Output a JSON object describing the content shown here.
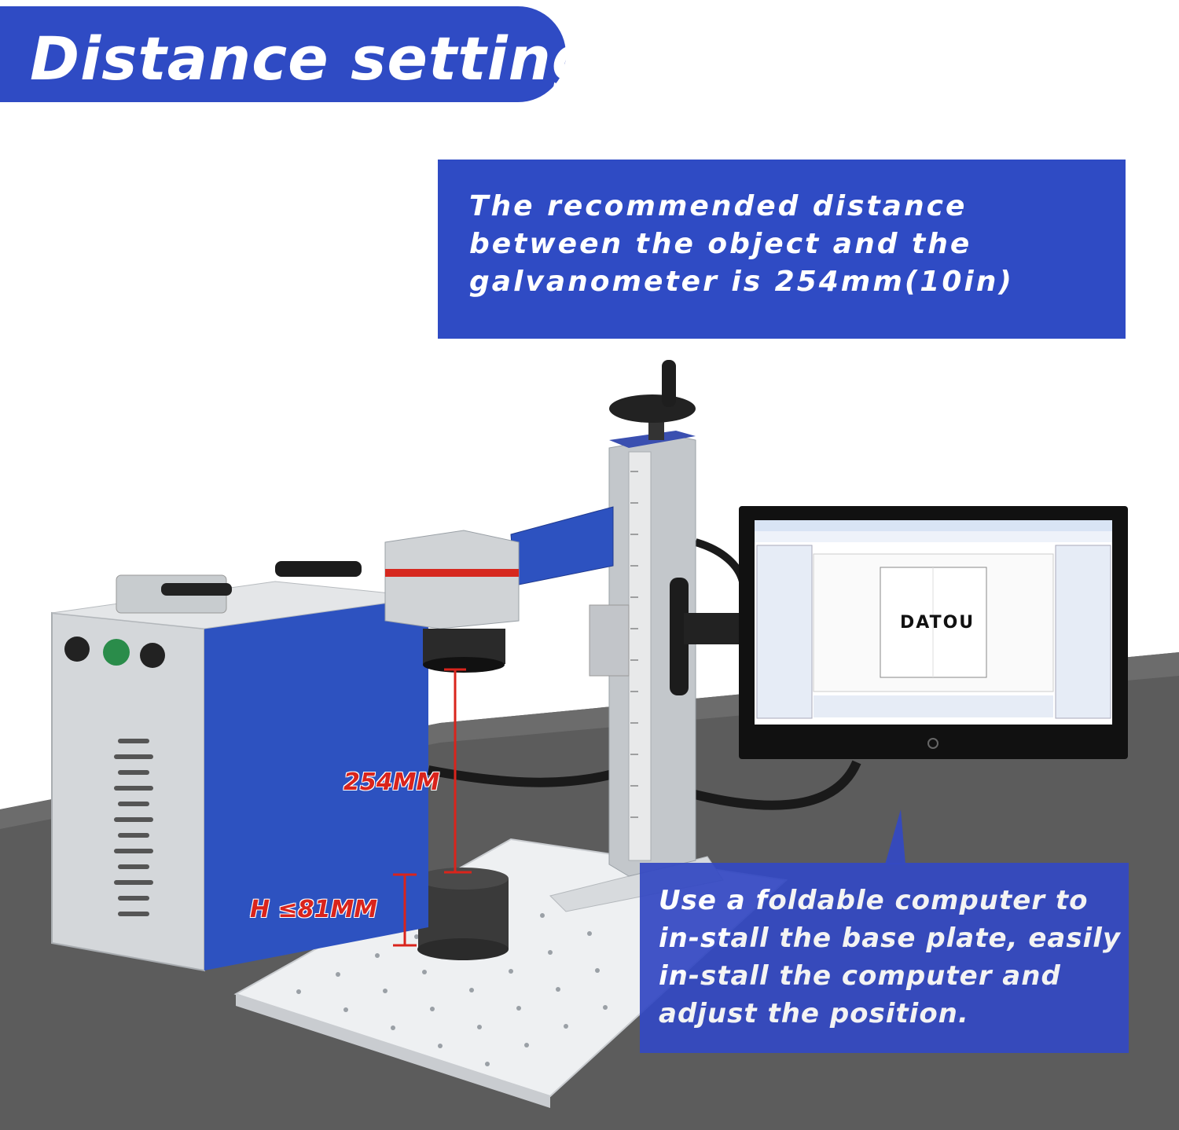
{
  "header": {
    "title": "Distance setting"
  },
  "callout_top": {
    "text": "The recommended distance between the object and the galvanometer is 254mm(10in)"
  },
  "callout_bottom": {
    "text": "Use a foldable computer to in-stall the base plate, easily in-stall the computer and adjust the position."
  },
  "dimensions": {
    "working_distance": "254MM",
    "max_height": "H ≤81MM"
  },
  "monitor": {
    "screen_logo": "DATOU"
  },
  "colors": {
    "accent_blue": "#2f4bc4",
    "dimension_red": "#d9241c",
    "floor_gray": "#5f5f5f"
  }
}
